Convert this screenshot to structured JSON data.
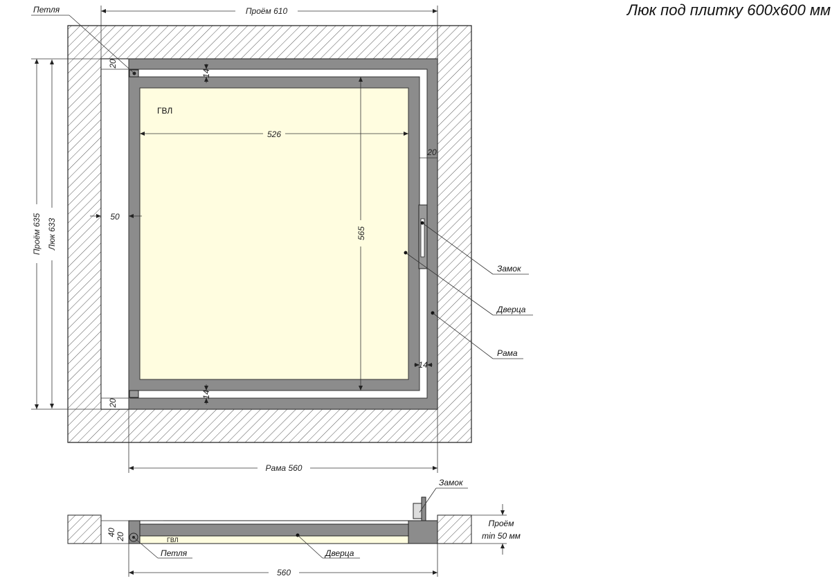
{
  "title": "Люк под плитку 600х600 мм",
  "colors": {
    "frame": "#8c8c8c",
    "panel": "#fffde0",
    "hatch": "#555555",
    "line": "#222222"
  },
  "dimensions": {
    "opening_width": "Проём 610",
    "opening_height": "Проём 635",
    "hatch_height": "Люк 633",
    "frame_width": "Рама 560",
    "panel_width": "526",
    "panel_height": "565",
    "gap_top": "20",
    "gap_bottom": "20",
    "gap_right": "20",
    "side_left": "50",
    "border_top": "14",
    "border_bottom": "14",
    "border_right": "14",
    "section_width": "560",
    "section_depth_40": "40",
    "section_depth_20": "20"
  },
  "labels": {
    "hinge": "Петля",
    "material": "ГВЛ",
    "lock": "Замок",
    "door": "Дверца",
    "frame": "Рама",
    "section_lock": "Замок",
    "section_hinge": "Петля",
    "section_door": "Дверца",
    "section_material": "ГВЛ",
    "opening_min_line1": "Проём",
    "opening_min_line2": "min 50 мм"
  }
}
